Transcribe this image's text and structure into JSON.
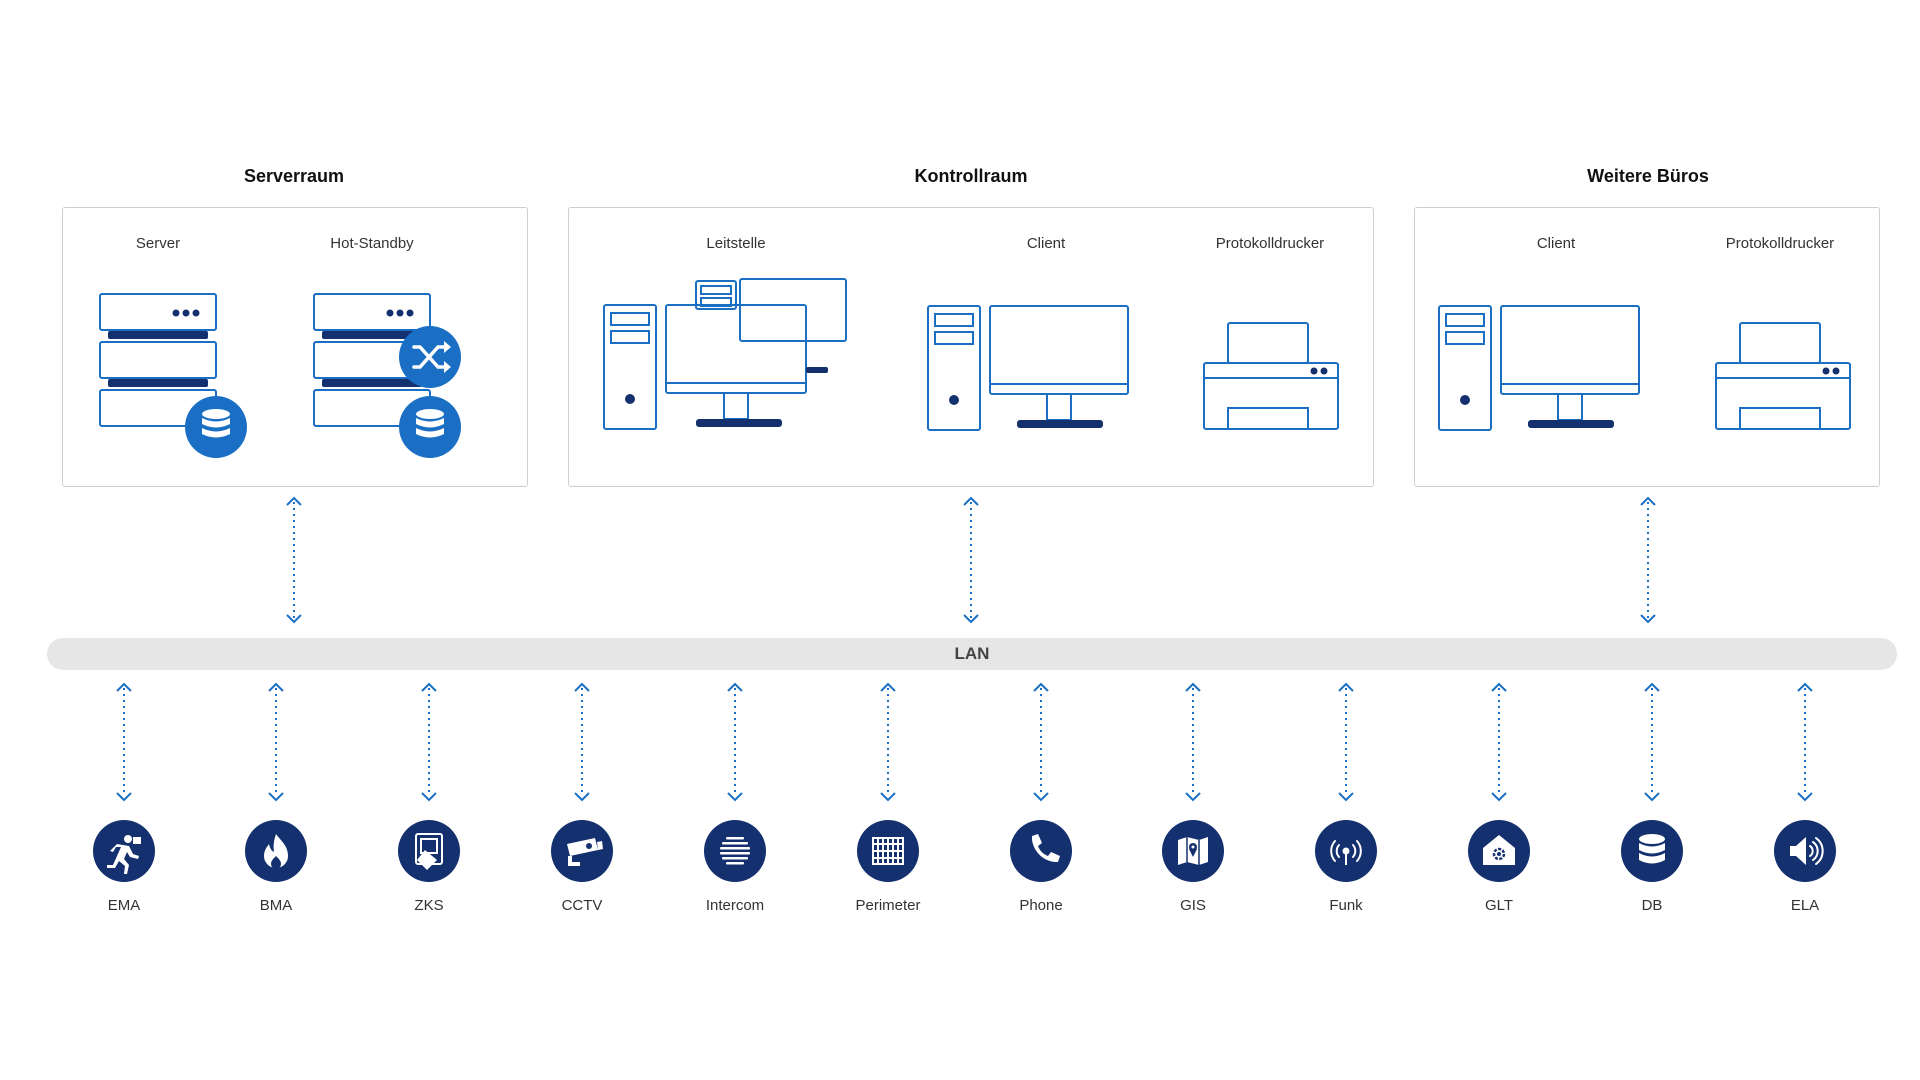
{
  "groups": [
    {
      "title": "Serverraum",
      "devices": [
        "Server",
        "Hot-Standby"
      ]
    },
    {
      "title": "Kontrollraum",
      "devices": [
        "Leitstelle",
        "Client",
        "Protokolldrucker"
      ]
    },
    {
      "title": "Weitere Büros",
      "devices": [
        "Client",
        "Protokolldrucker"
      ]
    }
  ],
  "network": {
    "label": "LAN"
  },
  "subsystems": [
    {
      "label": "EMA",
      "icon": "intruder-alarm-icon"
    },
    {
      "label": "BMA",
      "icon": "fire-icon"
    },
    {
      "label": "ZKS",
      "icon": "access-card-icon"
    },
    {
      "label": "CCTV",
      "icon": "camera-icon"
    },
    {
      "label": "Intercom",
      "icon": "intercom-icon"
    },
    {
      "label": "Perimeter",
      "icon": "fence-icon"
    },
    {
      "label": "Phone",
      "icon": "phone-icon"
    },
    {
      "label": "GIS",
      "icon": "map-icon"
    },
    {
      "label": "Funk",
      "icon": "radio-signal-icon"
    },
    {
      "label": "GLT",
      "icon": "building-automation-icon"
    },
    {
      "label": "DB",
      "icon": "database-icon"
    },
    {
      "label": "ELA",
      "icon": "speaker-icon"
    }
  ],
  "colors": {
    "outline": "#1a6fc4",
    "navy": "#14306e",
    "accent": "#1a6fc4",
    "lan": "#e6e6e6"
  }
}
